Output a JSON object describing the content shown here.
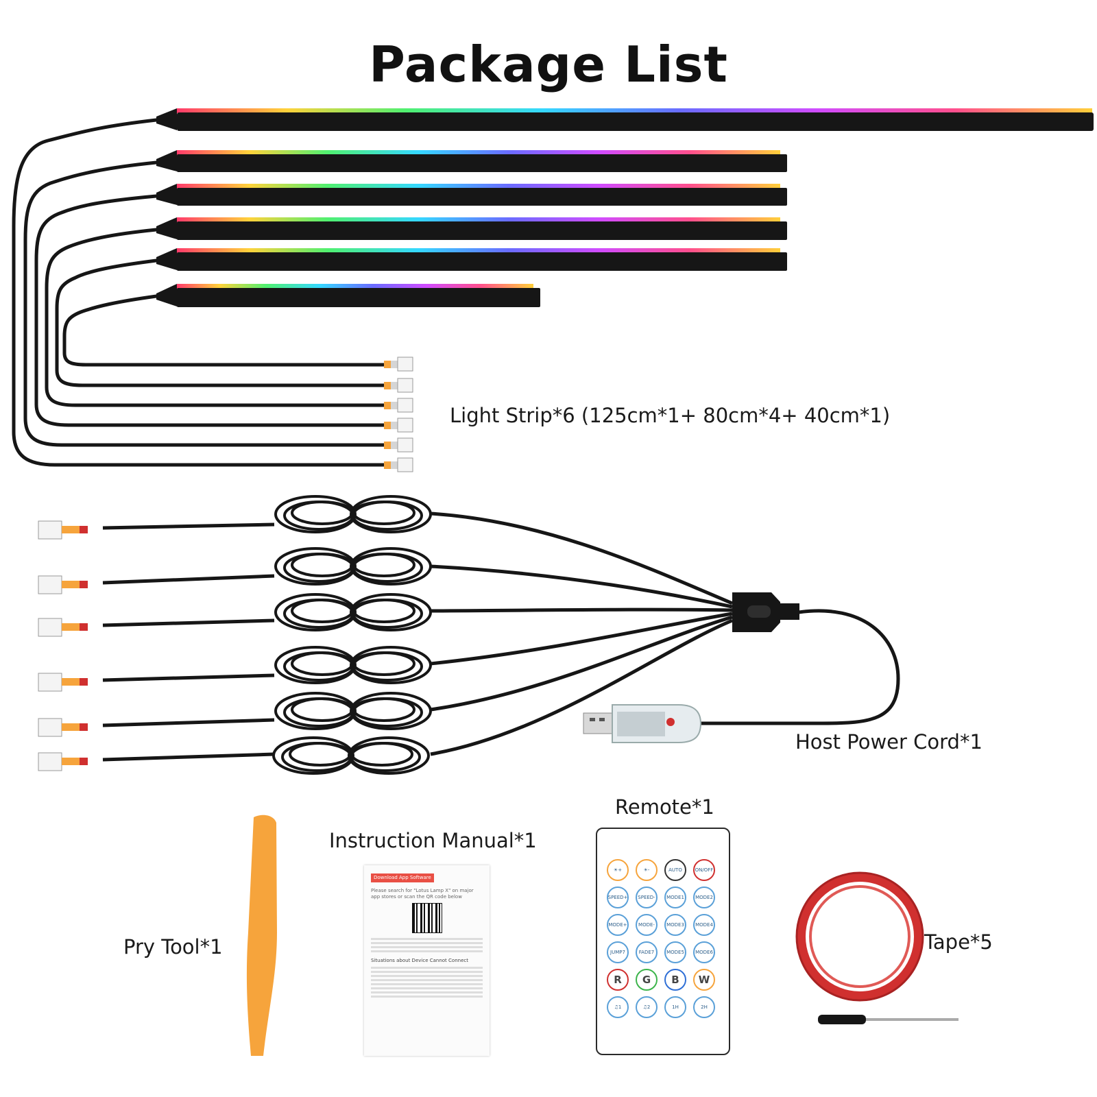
{
  "title": "Package List",
  "items": {
    "light_strip": "Light Strip*6 (125cm*1+ 80cm*4+ 40cm*1)",
    "host_power_cord": "Host Power Cord*1",
    "remote": "Remote*1",
    "instruction_manual": "Instruction Manual*1",
    "pry_tool": "Pry Tool*1",
    "tape": "Tape*5"
  },
  "manual": {
    "header": "Download App Software",
    "intro": "Please search for \"Lotus Lamp X\" on major app stores or scan the QR code below",
    "section": "Situations about Device Cannot Connect"
  },
  "remote_buttons": [
    "☀+",
    "☀-",
    "AUTO",
    "ON/OFF",
    "SPEED+",
    "SPEED-",
    "MODE1",
    "MODE2",
    "MODE+",
    "MODE-",
    "MODE3",
    "MODE4",
    "JUMP7",
    "FADE7",
    "MODE5",
    "MODE6",
    "R",
    "G",
    "B",
    "W",
    "♫1",
    "♫2",
    "1H",
    "2H"
  ],
  "colors": {
    "cable": "#161616",
    "accent_orange": "#f6a43c",
    "tape_red": "#d0302f",
    "remote_ring": "#5aa0d8"
  }
}
